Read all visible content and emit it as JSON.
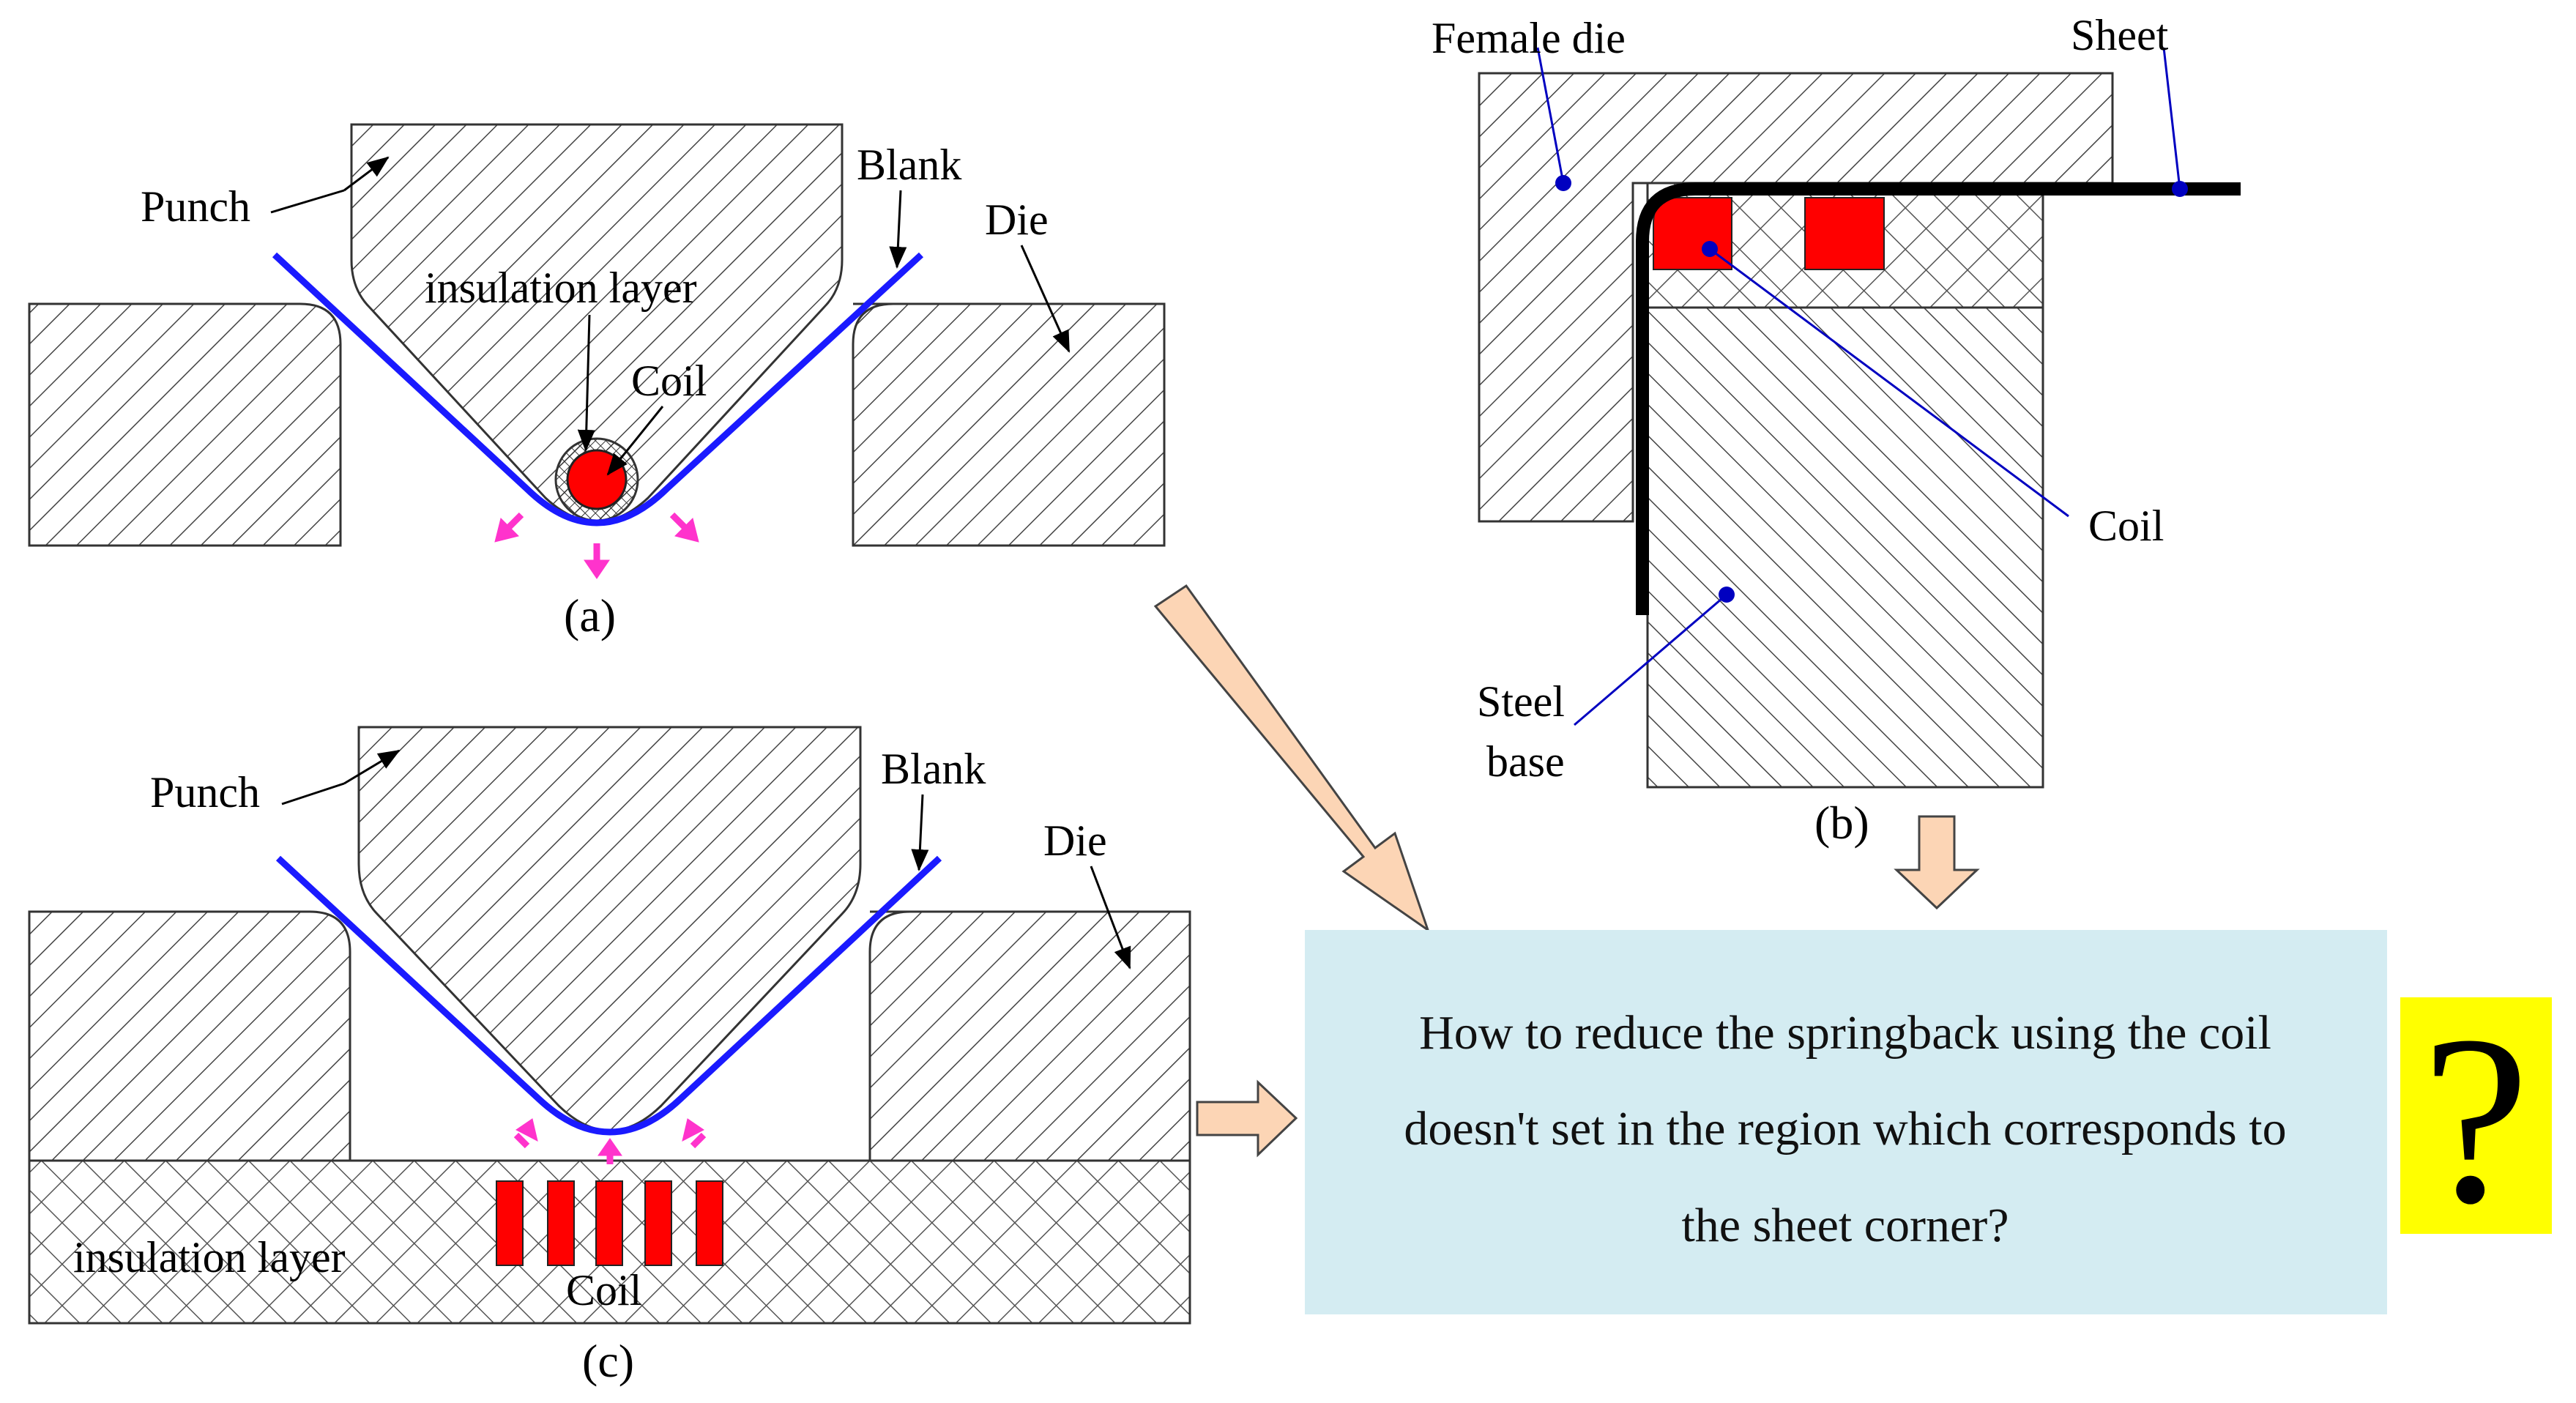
{
  "figure": {
    "a": {
      "caption": "(a)",
      "labels": {
        "punch": "Punch",
        "blank": "Blank",
        "die": "Die",
        "insulation_layer": "insulation layer",
        "coil": "Coil"
      }
    },
    "b": {
      "caption": "(b)",
      "labels": {
        "female_die": "Female die",
        "sheet": "Sheet",
        "coil": "Coil",
        "steel_base_line1": "Steel",
        "steel_base_line2": "base"
      }
    },
    "c": {
      "caption": "(c)",
      "labels": {
        "punch": "Punch",
        "blank": "Blank",
        "die": "Die",
        "insulation_layer": "insulation layer",
        "coil": "Coil"
      }
    },
    "question": {
      "line1": "How to reduce the springback using the coil",
      "line2": "doesn't set in the region which corresponds to",
      "line3": "the sheet corner?",
      "mark": "?"
    }
  },
  "colors": {
    "blank": "#1a1aff",
    "coil": "#ff0000",
    "force_arrow": "#ff33cc",
    "flow_arrow_fill": "#fcd5b5",
    "question_box": "#d4ecf2",
    "question_mark_bg": "#ffff00",
    "leader": "#0000c0"
  }
}
